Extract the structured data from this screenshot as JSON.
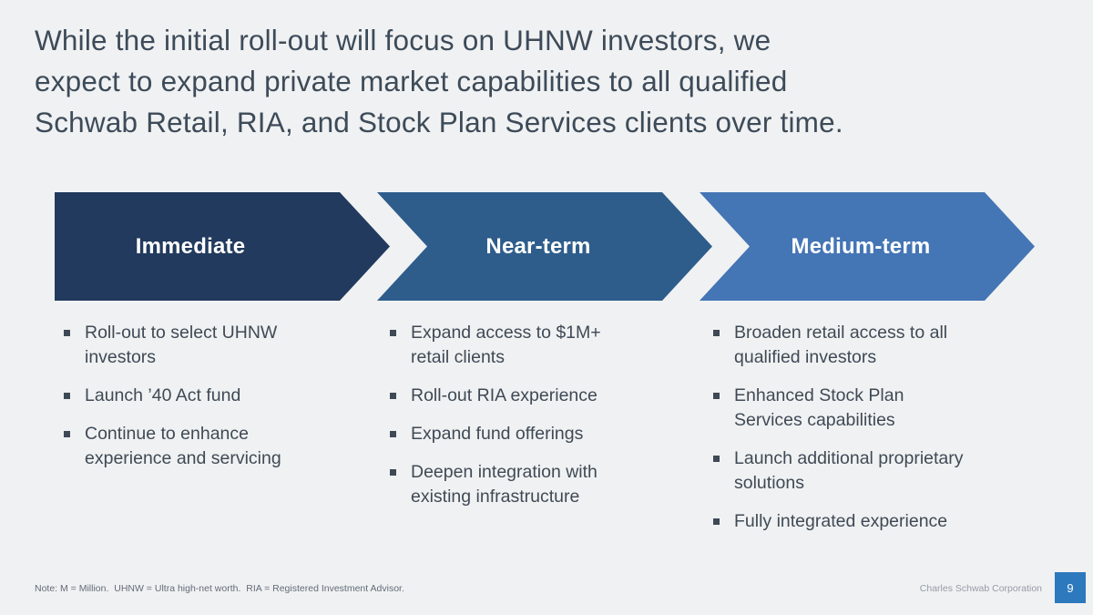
{
  "slide": {
    "title_lines": [
      "While the initial roll-out will focus on UHNW investors, we",
      "expect to expand private market capabilities to all qualified",
      "Schwab Retail, RIA, and Stock Plan Services clients over time."
    ],
    "footer_note": "Note: M = Million.  UHNW = Ultra high-net worth.  RIA = Registered Investment Advisor.",
    "footer_company": "Charles Schwab Corporation",
    "page_number": "9"
  },
  "colors": {
    "chevron_immediate": "#213a5e",
    "chevron_near_term": "#2e5d8c",
    "chevron_medium_term": "#4475b5",
    "page_badge": "#2d79bd",
    "title_text": "#3d4b59"
  },
  "columns": [
    {
      "label": "Immediate",
      "bullets": [
        "Roll-out to select UHNW investors",
        "Launch ’40 Act fund",
        "Continue to enhance experience and servicing"
      ]
    },
    {
      "label": "Near-term",
      "bullets": [
        "Expand access to $1M+ retail clients",
        "Roll-out RIA experience",
        "Expand fund offerings",
        "Deepen integration with existing infrastructure"
      ]
    },
    {
      "label": "Medium-term",
      "bullets": [
        "Broaden retail access to all qualified investors",
        "Enhanced Stock Plan Services capabilities",
        "Launch additional proprietary solutions",
        "Fully integrated experience"
      ]
    }
  ]
}
